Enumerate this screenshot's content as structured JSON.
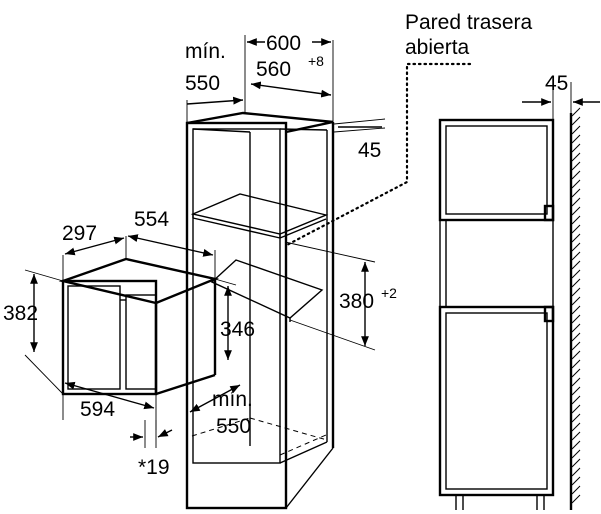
{
  "labels": {
    "back_wall_line1": "Pared trasera",
    "back_wall_line2": "abierta",
    "min_top_line1": "mín.",
    "min_top_line2": "550",
    "width_600": "600",
    "width_560": "560",
    "width_560_tol": "+8",
    "depth_45_top": "45",
    "wall_gap_45": "45",
    "dev_width_297": "297",
    "dev_depth_554": "554",
    "dev_height_382": "382",
    "dev_width_594": "594",
    "niche_346": "346",
    "niche_380": "380",
    "niche_380_tol": "+2",
    "min_bottom_line1": "mín.",
    "min_bottom_line2": "550",
    "front_19": "*19"
  }
}
